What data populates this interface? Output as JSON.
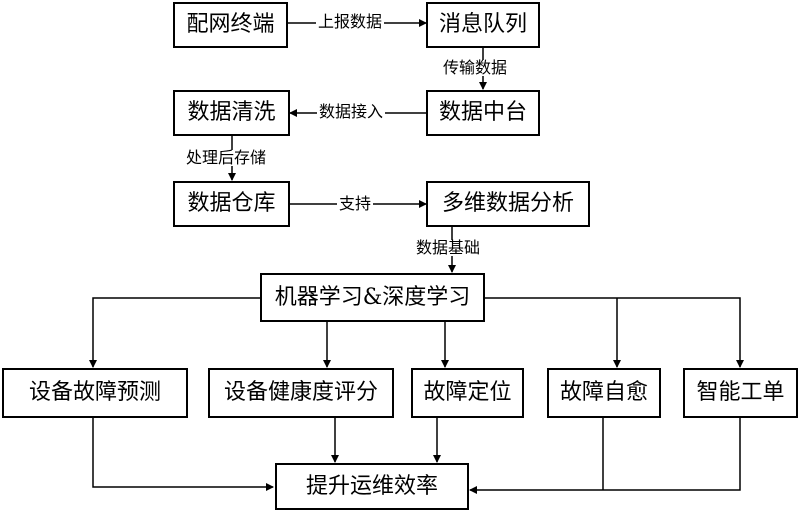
{
  "nodes": {
    "terminal": "配网终端",
    "queue": "消息队列",
    "cleaning": "数据清洗",
    "platform": "数据中台",
    "warehouse": "数据仓库",
    "analysis": "多维数据分析",
    "ml": "机器学习&深度学习",
    "prediction": "设备故障预测",
    "health": "设备健康度评分",
    "locate": "故障定位",
    "selfheal": "故障自愈",
    "workorder": "智能工单",
    "efficiency": "提升运维效率"
  },
  "edges": {
    "report": "上报数据",
    "transfer": "传输数据",
    "ingest": "数据接入",
    "store": "处理后存储",
    "support": "支持",
    "foundation": "数据基础"
  }
}
